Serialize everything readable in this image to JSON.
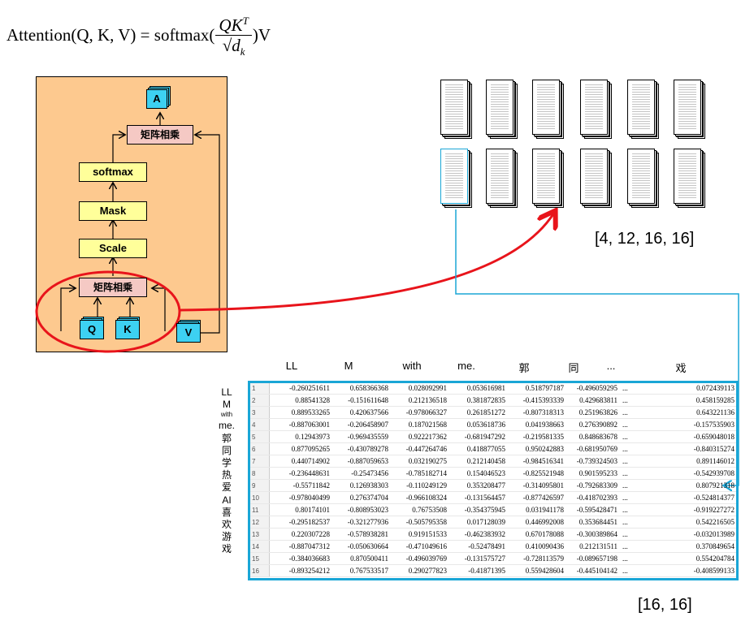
{
  "formula": {
    "lhs": "Attention(Q, K, V) = softmax(",
    "num": "QK",
    "sup": "T",
    "den_sqrt": "√",
    "den": "d",
    "den_sub": "k",
    "rhs": ")V"
  },
  "diagram": {
    "output": "A",
    "matmul_top": "矩阵相乘",
    "softmax": "softmax",
    "mask": "Mask",
    "scale": "Scale",
    "matmul_bottom": "矩阵相乘",
    "q": "Q",
    "k": "K",
    "v": "V"
  },
  "shape_top": "[4, 12, 16, 16]",
  "shape_bottom": "[16, 16]",
  "col_headers": [
    "LL",
    "M",
    "with",
    "me.",
    "郭",
    "同",
    "...",
    "戏"
  ],
  "row_headers": [
    "LL",
    "M",
    "with",
    "me.",
    "郭",
    "同",
    "学",
    "热",
    "爱",
    "AI",
    "喜",
    "欢",
    "游",
    "戏"
  ],
  "table": {
    "rows": [
      [
        "1",
        "-0.260251611",
        "0.658366368",
        "0.028092991",
        "0.053616981",
        "0.518797187",
        "-0.496059295",
        "...",
        "0.072439113"
      ],
      [
        "2",
        "0.88541328",
        "-0.151611648",
        "0.212136518",
        "0.381872835",
        "-0.415393339",
        "0.429683811",
        "...",
        "0.458159285"
      ],
      [
        "3",
        "0.889533265",
        "0.420637566",
        "-0.978066327",
        "0.261851272",
        "-0.807318313",
        "0.251963826",
        "...",
        "0.643221136"
      ],
      [
        "4",
        "-0.887063001",
        "-0.206458907",
        "0.187021568",
        "0.053618736",
        "0.041938663",
        "0.276390892",
        "...",
        "-0.157535903"
      ],
      [
        "5",
        "0.12943973",
        "-0.969435559",
        "0.922217362",
        "-0.681947292",
        "-0.219581335",
        "0.848683678",
        "...",
        "-0.659048018"
      ],
      [
        "6",
        "0.877095265",
        "-0.430789278",
        "-0.447264746",
        "0.418877055",
        "0.950242883",
        "-0.681950769",
        "...",
        "-0.840315274"
      ],
      [
        "7",
        "0.440714902",
        "-0.887059653",
        "0.032190275",
        "0.212140458",
        "-0.984516341",
        "-0.739324503",
        "...",
        "0.891146012"
      ],
      [
        "8",
        "-0.236448631",
        "-0.25473456",
        "-0.785182714",
        "0.154046523",
        "-0.825521948",
        "0.901595233",
        "...",
        "-0.542939708"
      ],
      [
        "9",
        "-0.55711842",
        "0.126938303",
        "-0.110249129",
        "0.353208477",
        "-0.314095801",
        "-0.792683309",
        "...",
        "0.807921318"
      ],
      [
        "10",
        "-0.978040499",
        "0.276374704",
        "-0.966108324",
        "-0.131564457",
        "-0.877426597",
        "-0.418702393",
        "...",
        "-0.524814377"
      ],
      [
        "11",
        "0.80174101",
        "-0.808953023",
        "0.76753508",
        "-0.354375945",
        "0.031941178",
        "-0.595428471",
        "...",
        "-0.919227272"
      ],
      [
        "12",
        "-0.295182537",
        "-0.321277936",
        "-0.505795358",
        "0.017128039",
        "0.446992008",
        "0.353684451",
        "...",
        "0.542216505"
      ],
      [
        "13",
        "0.220307228",
        "-0.578938281",
        "0.919151533",
        "-0.462383932",
        "0.670178088",
        "-0.300389864",
        "...",
        "-0.032013989"
      ],
      [
        "14",
        "-0.887047312",
        "-0.050630664",
        "-0.471049616",
        "-0.52478491",
        "0.410090436",
        "0.212131511",
        "...",
        "0.370849654"
      ],
      [
        "15",
        "-0.384036683",
        "0.870500411",
        "-0.496039769",
        "-0.131575727",
        "-0.728113579",
        "-0.089657198",
        "...",
        "0.554204784"
      ],
      [
        "16",
        "-0.893254212",
        "0.767533517",
        "0.290277823",
        "-0.41871395",
        "0.559428604",
        "-0.445104142",
        "...",
        "-0.408599133"
      ]
    ]
  },
  "colors": {
    "panel": "#fdc98f",
    "pink_box": "#f5c9c4",
    "yellow_box": "#ffff9a",
    "tensor": "#3dd1f2",
    "highlight_red": "#e8141b",
    "highlight_blue": "#1aa6d6"
  }
}
